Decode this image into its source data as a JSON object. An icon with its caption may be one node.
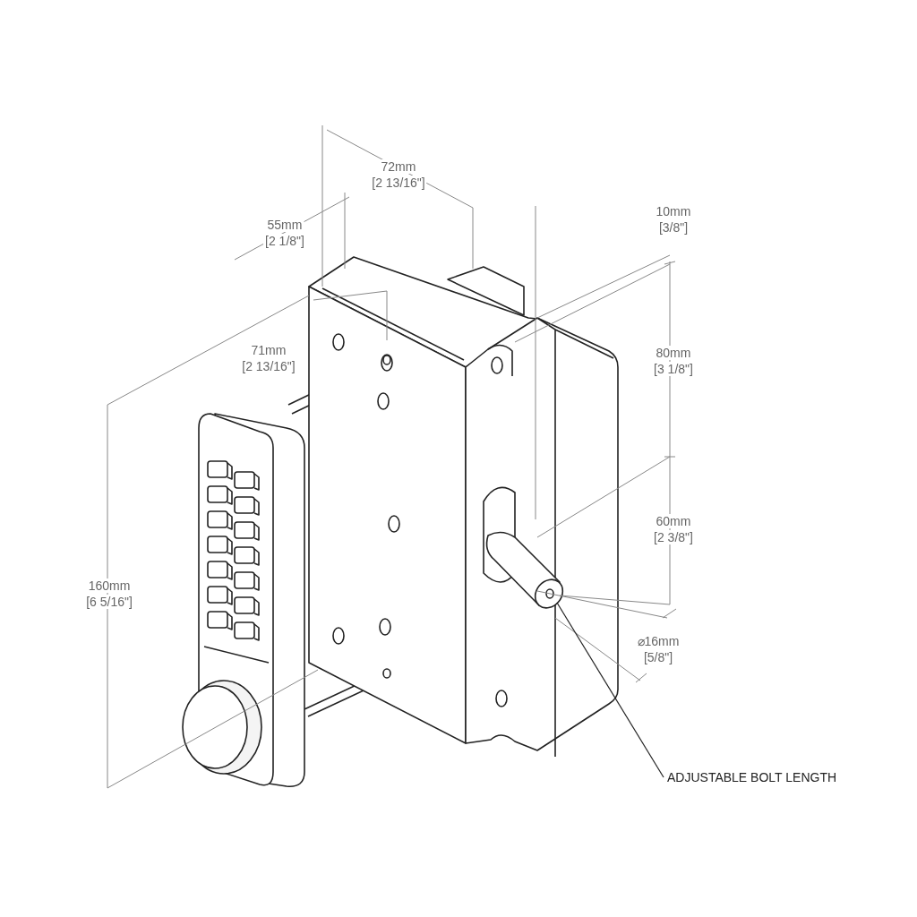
{
  "diagram": {
    "nodes": [
      {
        "text": [
          "ADJUSTABLE BOLT LENGTH"
        ]
      },
      {
        "text": [],
        "shape": "picture"
      }
    ],
    "edges": [
      {
        "from": 0,
        "to": 1,
        "arrow": "none"
      }
    ],
    "labels": [
      "72mm",
      "[2 13/16\"]",
      "10mm",
      "[3/8\"]",
      "55mm",
      "[2 1/8\"]",
      "80mm",
      "[3 1/8\"]",
      "71mm",
      "[2 13/16\"]",
      "160mm",
      "[6 5/16\"]",
      "60mm",
      "[2 3/8\"]",
      "⌀16mm",
      "[5/8\"]"
    ]
  }
}
